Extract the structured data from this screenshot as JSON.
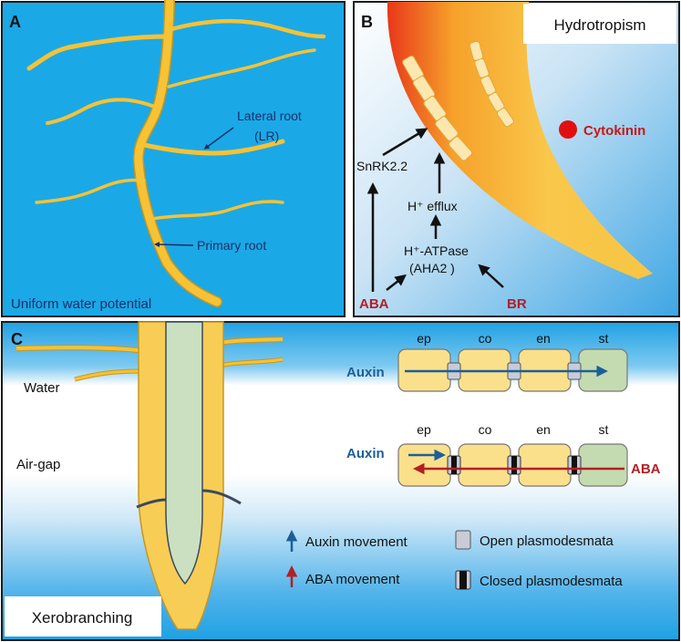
{
  "panels": {
    "a": {
      "letter": "A",
      "lateral_root_label_1": "Lateral root",
      "lateral_root_label_2": "(LR)",
      "primary_root_label": "Primary root",
      "footer": "Uniform water potential"
    },
    "b": {
      "letter": "B",
      "title": "Hydrotropism",
      "cytokinin": "Cytokinin",
      "snrk": "SnRK2.2",
      "h_efflux": "H⁺ efflux",
      "h_atpase": "H⁺-ATPase",
      "aha2": "(AHA2 )",
      "aba": "ABA",
      "br": "BR"
    },
    "c": {
      "letter": "C",
      "water": "Water",
      "air_gap": "Air-gap",
      "footer": "Xerobranching",
      "cell_labels_top": [
        "ep",
        "co",
        "en",
        "st"
      ],
      "cell_labels_bottom": [
        "ep",
        "co",
        "en",
        "st"
      ],
      "auxin_top": "Auxin",
      "auxin_bottom": "Auxin",
      "aba_bottom": "ABA",
      "legend": {
        "auxin_movement": "Auxin movement",
        "aba_movement": "ABA movement",
        "open_pd": "Open plasmodesmata",
        "closed_pd": "Closed plasmodesmata"
      }
    }
  },
  "colors": {
    "panel_a_blue": "#1aa9e6",
    "root_yellow": "#f6c236",
    "root_edge": "#c8961e",
    "cell_yellow": "#fbe08c",
    "cell_green": "#c4dbb0",
    "stele_green": "#cbe0c0",
    "auxin_blue": "#1b5f99",
    "aba_red": "#b21f24",
    "cytokinin_red": "#e01010"
  }
}
